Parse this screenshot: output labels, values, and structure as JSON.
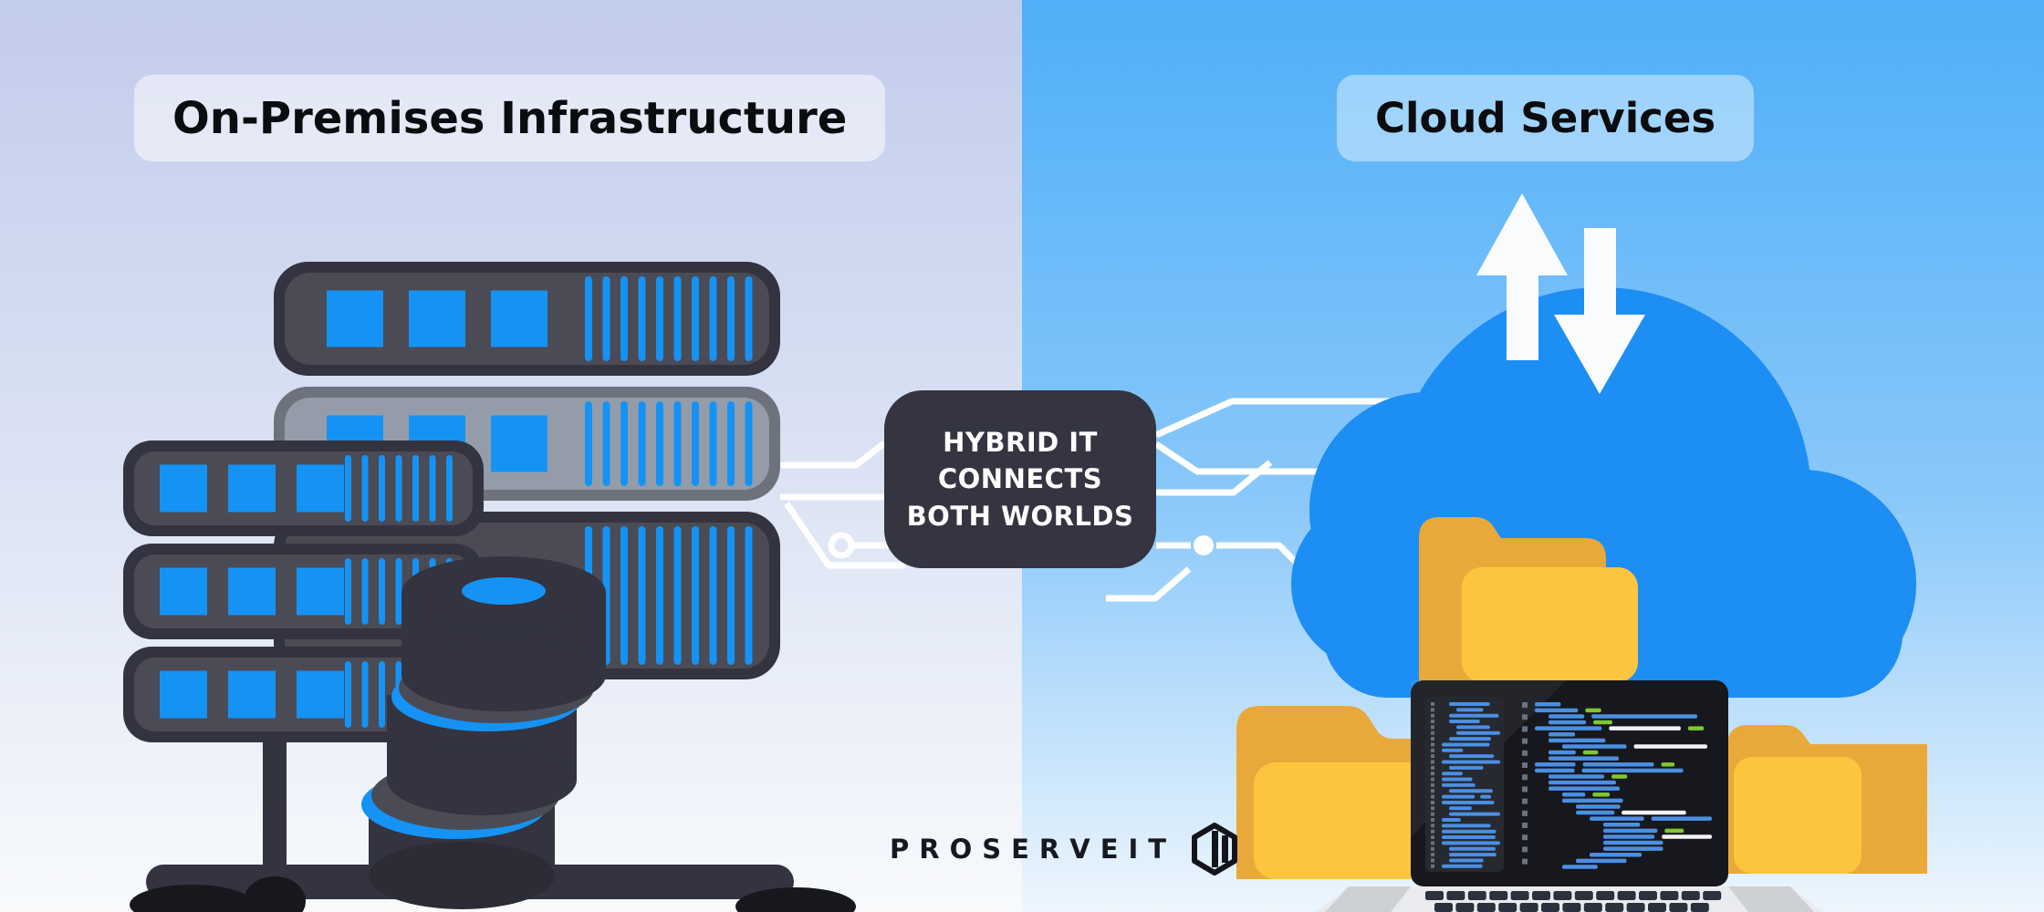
{
  "header": {
    "left_title": "On-Premises Infrastructure",
    "right_title": "Cloud Services"
  },
  "center_badge": {
    "lines": [
      "HYBRID IT",
      "CONNECTS",
      "BOTH WORLDS"
    ]
  },
  "brand": {
    "name": "PROSERVEIT"
  },
  "icons": {
    "server-rack-icon": "stacked server units with indicator squares and vent bars",
    "database-stack-icon": "stacked disk cylinder ⛁",
    "cloud-icon": "cloud ☁",
    "upload-arrow-icon": "⬆",
    "download-arrow-icon": "⬇",
    "folder-icon": "file folder 🗀",
    "laptop-icon": "laptop with code editor",
    "circuit-node-icon": "circuit trace node ○",
    "hexagon-logo-icon": "hexagon outline with vertical bars ⬡"
  },
  "colors": {
    "dark": "#33343f",
    "dark_deep": "#17181e",
    "body": "#4a4b55",
    "gray_outer": "#6e727c",
    "gray_body": "#959ca9",
    "blue": "#1593f5",
    "cloud": "#1d8ef3",
    "yellow": "#fdc53e",
    "yellow_dark": "#e9a93a",
    "box_bg": "#343541",
    "screen": "#17181d",
    "pane": "#272931",
    "silver": "#e9ebee",
    "silver_shade": "#cdd1d6",
    "key": "#2b323d",
    "code_blue": "#4b8fe2",
    "code_white": "#f2f3f5",
    "code_green": "#7dc832",
    "dash": "#6a7280",
    "trace": "#ffffff",
    "title_text": "#0b0c10",
    "bg_left_top": "#c2cceb",
    "bg_left_bottom": "#f8fafc",
    "bg_right_top": "#4faff8",
    "bg_right_bottom": "#eef6fd"
  }
}
